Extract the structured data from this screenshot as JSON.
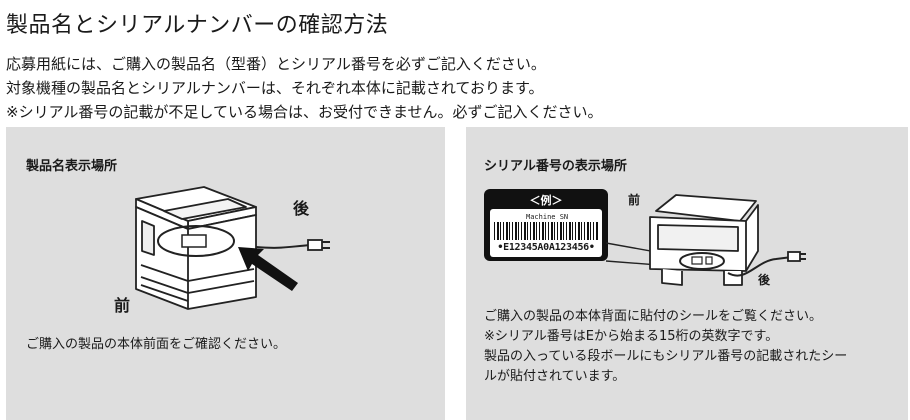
{
  "title": "製品名とシリアルナンバーの確認方法",
  "intro": [
    "応募用紙には、ご購入の製品名（型番）とシリアル番号を必ずご記入ください。",
    "対象機種の製品名とシリアルナンバーは、それぞれ本体に記載されております。",
    "※シリアル番号の記載が不足している場合は、お受付できません。必ずご記入ください。"
  ],
  "left_panel": {
    "heading": "製品名表示場所",
    "label_back": "後",
    "label_front": "前",
    "caption": "ご購入の製品の本体前面をご確認ください。"
  },
  "right_panel": {
    "heading": "シリアル番号の表示場所",
    "example_label": "＜例＞",
    "machine_sn": "Machine SN",
    "serial_example": "•E12345A0A123456•",
    "label_front": "前",
    "label_back": "後",
    "caption_lines": [
      "ご購入の製品の本体背面に貼付のシールをご覧ください。",
      "※シリアル番号はEから始まる15桁の英数字です。",
      "製品の入っている段ボールにもシリアル番号の記載されたシー",
      "ルが貼付されています。"
    ]
  }
}
